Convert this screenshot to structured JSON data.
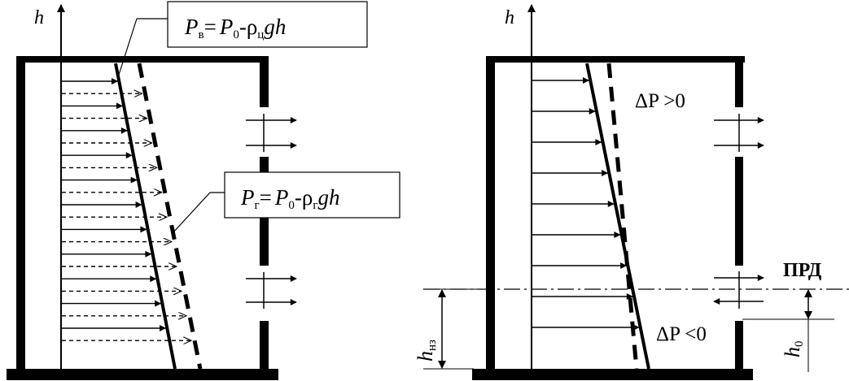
{
  "colors": {
    "ink": "#000000",
    "background": "#ffffff"
  },
  "left_panel": {
    "axis_label": "h",
    "formula_outer": {
      "lhs": "P",
      "lhs_sub": "в",
      "rhs_p": "P",
      "rhs_p_sub": "0",
      "rhs_rho": "-ρ",
      "rhs_rho_sub": "ц",
      "rhs_g": "g",
      "rhs_h": "h",
      "eq": "="
    },
    "formula_inner": {
      "lhs": "P",
      "lhs_sub": "г",
      "rhs_p": "P",
      "rhs_p_sub": "0",
      "rhs_rho": "-ρ",
      "rhs_rho_sub": "г",
      "rhs_g": "g",
      "rhs_h": "h",
      "eq": "="
    }
  },
  "right_panel": {
    "axis_label": "h",
    "delta_positive": "ΔP >0",
    "delta_negative": "ΔP <0",
    "neutral_plane_label": "ПРД",
    "h_nz_label": "h",
    "h_nz_sub": "нз",
    "h0_label": "h",
    "h0_sub": "0"
  }
}
